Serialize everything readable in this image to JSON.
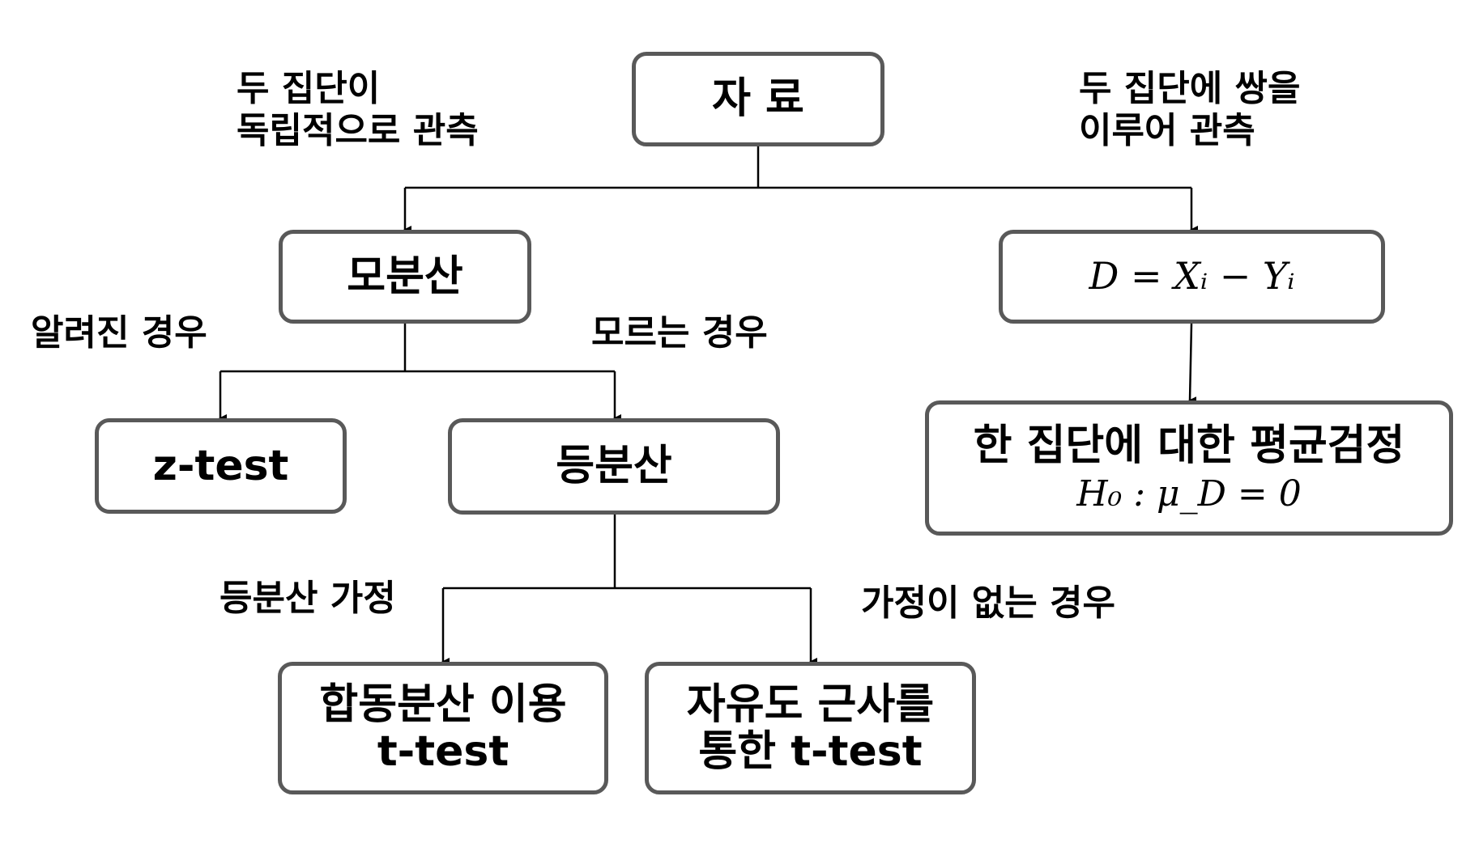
{
  "nodes": {
    "data": "자 료",
    "population_variance": "모분산",
    "difference": "D = Xᵢ − Yᵢ",
    "z_test": "z-test",
    "equal_variance": "등분산",
    "one_sample_test": {
      "title": "한 집단에 대한 평균검정",
      "hypothesis": "H₀ : μ_D = 0"
    },
    "pooled_t_test": {
      "line1": "합동분산 이용",
      "line2": "t-test"
    },
    "welch_t_test": {
      "line1": "자유도 근사를",
      "line2": "통한 t-test"
    }
  },
  "labels": {
    "independent": {
      "line1": "두 집단이",
      "line2": "독립적으로 관측"
    },
    "paired": {
      "line1": "두 집단에 쌍을",
      "line2": "이루어 관측"
    },
    "known": "알려진 경우",
    "unknown": "모르는 경우",
    "equal_var_assumed": "등분산 가정",
    "no_assumption": "가정이 없는 경우"
  }
}
